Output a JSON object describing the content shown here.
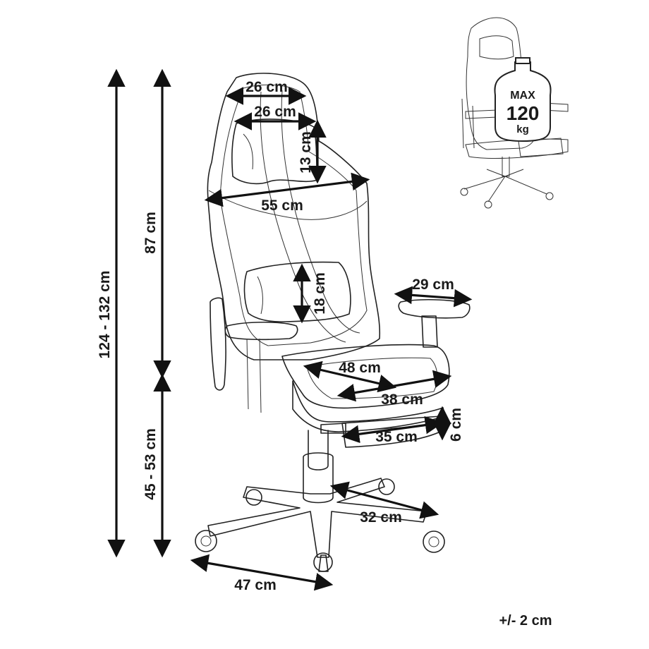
{
  "dimensions": {
    "headrest_top_width": "26 cm",
    "headrest_pillow_width": "26 cm",
    "headrest_pillow_height": "13 cm",
    "backrest_width": "55 cm",
    "lumbar_height": "18 cm",
    "armrest_length": "29 cm",
    "seat_depth": "48 cm",
    "seat_width": "38 cm",
    "footrest_length": "35 cm",
    "footrest_thickness": "6 cm",
    "base_leg": "32 cm",
    "base_width": "47 cm",
    "total_height": "124 - 132 cm",
    "backrest_height": "87 cm",
    "seat_height": "45 - 53 cm"
  },
  "tolerance": "+/- 2 cm",
  "max_load": {
    "label": "MAX",
    "value": "120",
    "unit": "kg"
  }
}
